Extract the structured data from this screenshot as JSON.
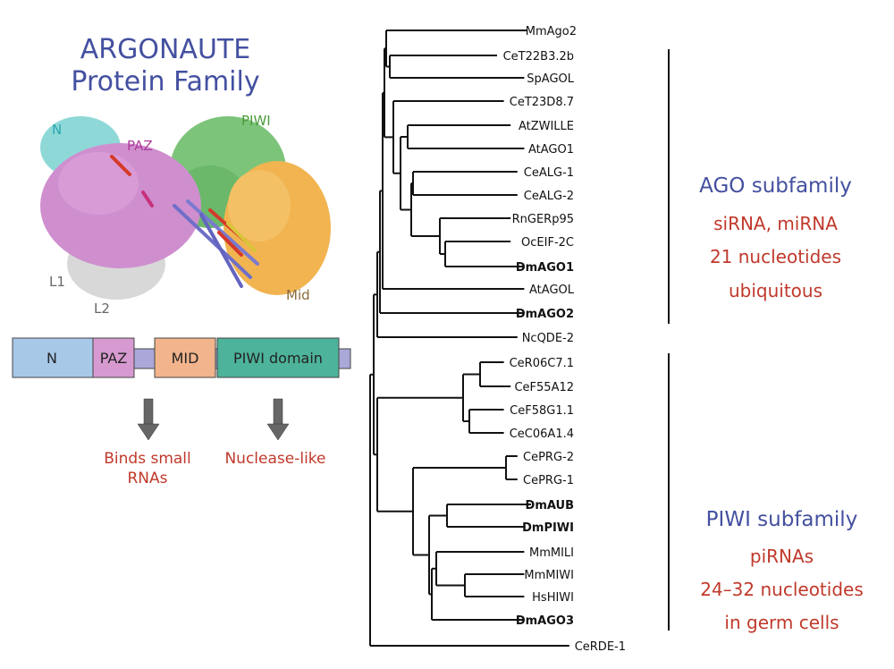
{
  "title": {
    "line1": "ARGONAUTE",
    "line2": "Protein Family"
  },
  "structure_labels": {
    "n": "N",
    "paz": "PAZ",
    "piwi": "PIWI",
    "l1": "L1",
    "l2": "L2",
    "mid": "Mid"
  },
  "domain_bar": {
    "n": "N",
    "paz": "PAZ",
    "mid": "MID",
    "piwi": "PIWI domain",
    "colors": {
      "n": "#a8c8e8",
      "paz": "#d79ad0",
      "mid": "#f2b48c",
      "piwi": "#4db39a",
      "linker": "#a9a8d8"
    }
  },
  "arrow_labels": {
    "binds_line1": "Binds small",
    "binds_line2": "RNAs",
    "nuclease": "Nuclease-like"
  },
  "tree": {
    "leaves": [
      "MmAgo2",
      "CeT22B3.2b",
      "SpAGOL",
      "CeT23D8.7",
      "AtZWILLE",
      "AtAGO1",
      "CeALG-1",
      "CeALG-2",
      "RnGERp95",
      "OcEIF-2C",
      "DmAGO1",
      "AtAGOL",
      "DmAGO2",
      "NcQDE-2",
      "CeR06C7.1",
      "CeF55A12",
      "CeF58G1.1",
      "CeC06A1.4",
      "CePRG-2",
      "CePRG-1",
      "DmAUB",
      "DmPIWI",
      "MmMILI",
      "MmMIWI",
      "HsHIWI",
      "DmAGO3",
      "CeRDE-1"
    ],
    "bold": [
      "DmAGO1",
      "DmAGO2",
      "DmAUB",
      "DmPIWI",
      "DmAGO3"
    ]
  },
  "ago": {
    "label": "AGO subfamily",
    "line1": "siRNA, miRNA",
    "line2": "21 nucleotides",
    "line3": "ubiquitous"
  },
  "piwi_sub": {
    "label": "PIWI subfamily",
    "line1": "piRNAs",
    "line2": "24–32 nucleotides",
    "line3": "in germ cells"
  },
  "colors": {
    "title": "#4450a0",
    "accent": "#c0392b"
  }
}
